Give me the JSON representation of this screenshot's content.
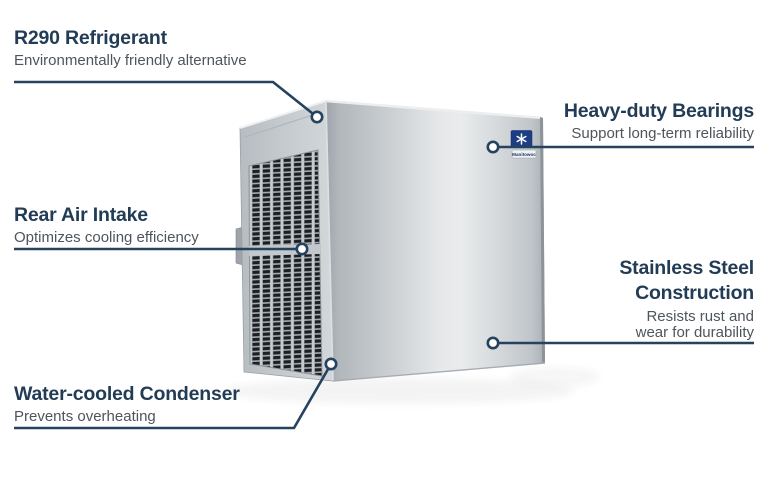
{
  "diagram": {
    "product": "Modular ice machine head unit, three-quarter product view with rear air vent grille",
    "brand_logo": {
      "wordmark": "Manitowoc",
      "mark": "snowflake-icon"
    }
  },
  "colors": {
    "background": "#ffffff",
    "accent_line": "#25425f",
    "title_text": "#223c55",
    "subtitle_text": "#4e555b",
    "logo_blue": "#1d3e85",
    "steel_light": "#e9ebec",
    "steel_dark": "#9fa5ab",
    "grille_slat": "#1c1f22"
  },
  "callouts": [
    {
      "title": "R290 Refrigerant",
      "subtitle": "Environmentally friendly alternative",
      "side": "left"
    },
    {
      "title": "Heavy-duty Bearings",
      "subtitle": "Support long-term reliability",
      "side": "right"
    },
    {
      "title": "Rear Air Intake",
      "subtitle": "Optimizes cooling efficiency",
      "side": "left"
    },
    {
      "title": "Stainless Steel Construction",
      "subtitle": "Resists rust and wear for durability",
      "side": "right"
    },
    {
      "title": "Water-cooled Condenser",
      "subtitle": "Prevents overheating",
      "side": "left"
    }
  ]
}
